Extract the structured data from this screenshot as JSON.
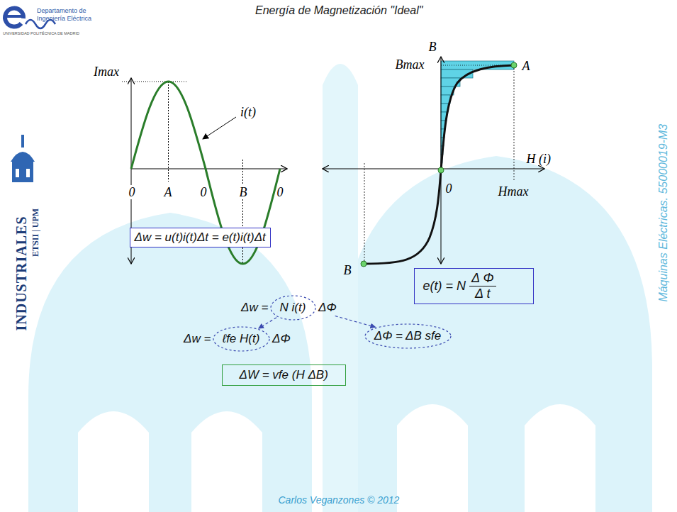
{
  "diagram": {
    "title": "Energía de Magnetización \"Ideal\"",
    "nodes": [
      {
        "text": [
          "Δw = u(t)i(t)Δt = e(t)i(t)Δt"
        ]
      },
      {
        "text": [
          "e(t) = N",
          "Δ Φ",
          "Δ t"
        ]
      },
      {
        "text": [
          "N i(t)"
        ]
      },
      {
        "text": [
          "ℓfe H(t)"
        ]
      },
      {
        "text": [
          "ΔΦ = ΔB sfe"
        ]
      },
      {
        "text": [
          "ΔW = vfe (H ΔB)"
        ]
      }
    ],
    "edges": [
      {
        "from": 2,
        "to": 3,
        "arrow": "to"
      }
    ],
    "labels": [
      "Departamento de Ingeniería Eléctrica",
      "UNIVERSIDAD POLITÉCNICA DE MADRID",
      "INDUSTRIALES",
      "ETSII | UPM",
      "Máquinas Eléctricas. 55000019-M3",
      "Carlos Veganzones © 2012",
      "Imax",
      "i(t)",
      "0",
      "A",
      "0",
      "B",
      "0",
      "B",
      "Bmax",
      "A",
      "H (i)",
      "0",
      "Hmax",
      "B",
      "Δw =",
      "ΔΦ",
      "Δw =",
      "ΔΦ"
    ]
  }
}
